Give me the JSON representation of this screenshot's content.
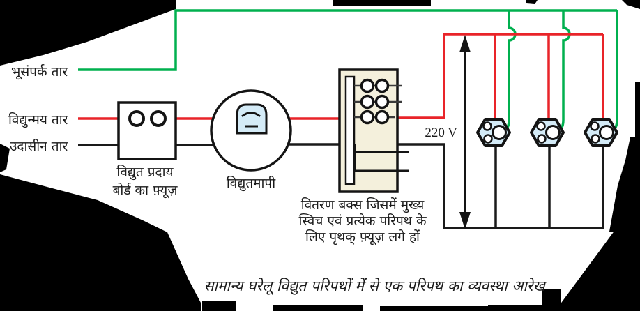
{
  "colors": {
    "earth_wire": "#00B04F",
    "live_wire": "#E92429",
    "neutral_wire": "#1A1A1A",
    "distribution_box_fill": "#F4F0DC",
    "device_fill": "#D4EBF7"
  },
  "wire_labels": {
    "earth": "भूसंपर्क तार",
    "live": "विद्युन्मय तार",
    "neutral": "उदासीन तार"
  },
  "component_labels": {
    "supply_fuse_line1": "विद्युत प्रदाय",
    "supply_fuse_line2": "बोर्ड का फ़्यूज़",
    "meter": "विद्युतमापी",
    "distribution_box_line1": "वितरण बक्स जिसमें मुख्य",
    "distribution_box_line2": "स्विच एवं प्रत्येक परिपथ के",
    "distribution_box_line3": "लिए पृथक् फ़्यूज़ लगे हों"
  },
  "annotations": {
    "voltage": "220 V",
    "caption": "सामान्य घरेलू विद्युत परिपथों में से एक परिपथ का व्यवस्था आरेख"
  }
}
